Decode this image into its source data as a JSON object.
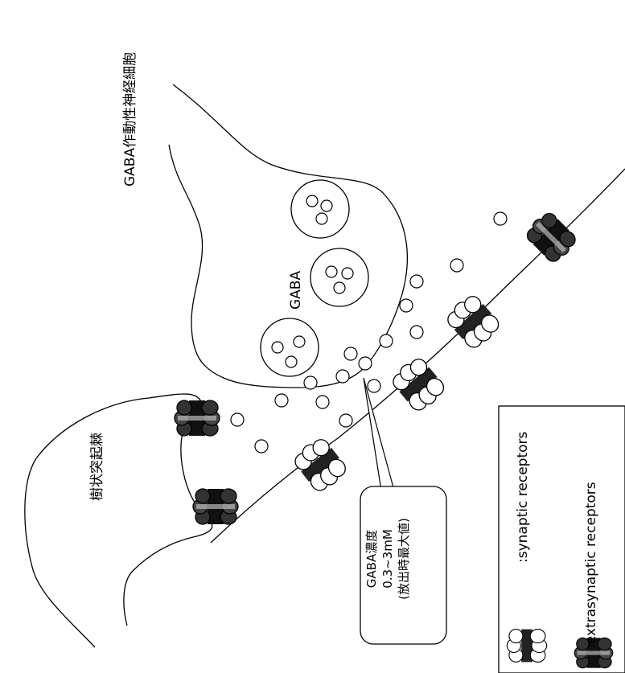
{
  "labels": {
    "neuron": "GABA作動性神経細胞",
    "vesicle_content": "GABA",
    "dendrite": "樹状突起棘",
    "concentration": [
      "GABA濃度",
      "0.3~3mM",
      "(放出時最大値)"
    ]
  },
  "legend": {
    "synaptic": ":synaptic receptors",
    "extrasynaptic": ":extrasynaptic receptors"
  },
  "colors": {
    "line": "#000000",
    "synaptic_receptor": "#ffffff",
    "extrasynaptic_receptor": "#2a2a2a"
  }
}
